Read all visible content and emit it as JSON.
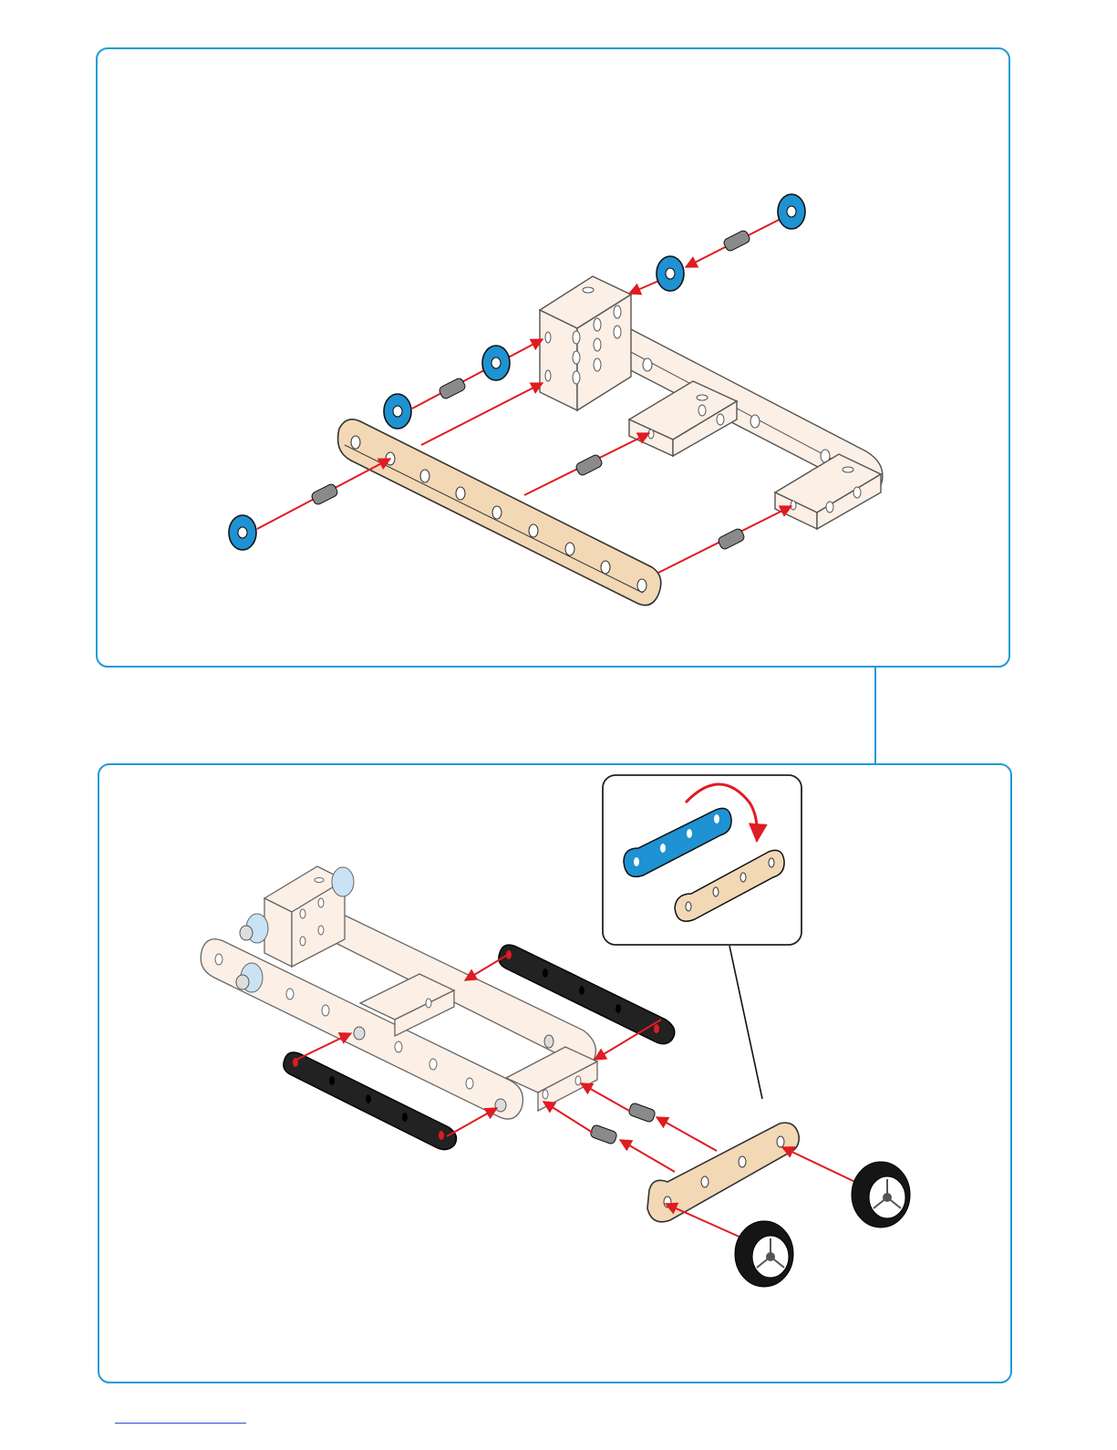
{
  "page": {
    "type": "assembly-instructions"
  },
  "colors": {
    "frame": "#1f9ad6",
    "arrow": "#e01b22",
    "wood": "#f3d8b6",
    "wood_ghost": "#fbefe6",
    "washer_blue": "#1e92d2",
    "washer_ghost": "#c9e3f5",
    "strip_black": "#222222",
    "nut_grey": "#8a8a8a",
    "tire_black": "#151515",
    "outline": "#333333",
    "link": "#2b4fd8"
  },
  "steps": [
    {
      "id": "step-a",
      "parts": [
        "wood-strip-long",
        "wood-frame",
        "cube-block",
        "small-block-front",
        "small-block-rear",
        "blue-washer",
        "threaded-axle-nut"
      ]
    },
    {
      "id": "step-b",
      "parts": [
        "wood-frame-assembled",
        "black-strip",
        "wood-axle-plate",
        "threaded-axle-nut",
        "wheel"
      ],
      "inset": {
        "shows": [
          "blue-strip",
          "wood-strip-short"
        ],
        "icon": "flip-arrow-icon"
      }
    }
  ]
}
